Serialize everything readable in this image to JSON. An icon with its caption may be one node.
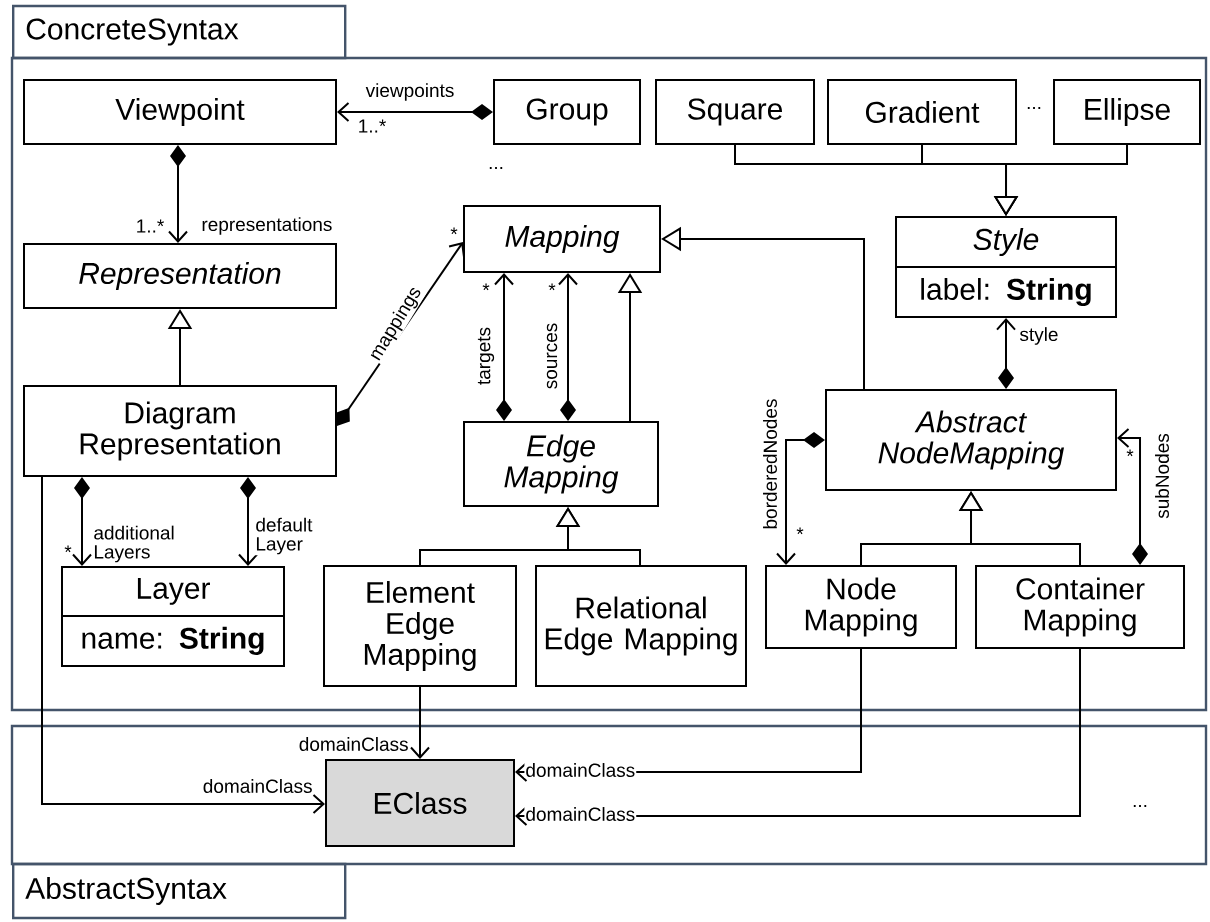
{
  "diagram": {
    "nodes": [
      {
        "text": [
          "ConcreteSyntax"
        ]
      },
      {
        "text": [
          "Viewpoint"
        ],
        "in": 0
      },
      {
        "text": [
          "Group"
        ],
        "in": 0
      },
      {
        "text": [
          "Square"
        ],
        "in": 0
      },
      {
        "text": [
          "Gradient"
        ],
        "in": 0
      },
      {
        "text": [
          "Ellipse"
        ],
        "in": 0
      },
      {
        "text": [
          "Representation"
        ],
        "in": 0
      },
      {
        "text": [
          "Diagram Representation"
        ],
        "in": 0
      },
      {
        "text": [
          "Mapping"
        ],
        "in": 0
      },
      {
        "text": [
          "Edge Mapping"
        ],
        "in": 0
      },
      {
        "text": [
          "Style",
          "label: **String**"
        ],
        "in": 0
      },
      {
        "text": [
          "Abstract NodeMapping"
        ],
        "in": 0
      },
      {
        "text": [
          "Layer",
          "name: **String**"
        ],
        "in": 0
      },
      {
        "text": [
          "Element Edge Mapping"
        ],
        "in": 0
      },
      {
        "text": [
          "Relational Edge Mapping"
        ],
        "in": 0
      },
      {
        "text": [
          "Node Mapping"
        ],
        "in": 0
      },
      {
        "text": [
          "Container Mapping"
        ],
        "in": 0
      },
      {
        "text": [
          "AbstractSyntax"
        ]
      },
      {
        "text": [
          "EClass"
        ],
        "in": 17
      }
    ],
    "edges": [
      {
        "from": 2,
        "to": 1,
        "arrow": "to",
        "label": "viewpoints"
      },
      {
        "from": 1,
        "to": 6,
        "arrow": "to",
        "label": "representations"
      },
      {
        "from": 7,
        "to": 6,
        "arrow": "to"
      },
      {
        "from": 7,
        "to": 8,
        "arrow": "to",
        "label": "mappings"
      },
      {
        "from": 7,
        "to": 12,
        "arrow": "to",
        "label": "additional Layers"
      },
      {
        "from": 7,
        "to": 12,
        "arrow": "to",
        "label": "default Layer"
      },
      {
        "from": 9,
        "to": 8,
        "arrow": "to",
        "label": "targets"
      },
      {
        "from": 9,
        "to": 8,
        "arrow": "to",
        "label": "sources"
      },
      {
        "from": 9,
        "to": 8,
        "arrow": "to"
      },
      {
        "from": 13,
        "to": 9,
        "arrow": "to"
      },
      {
        "from": 14,
        "to": 9,
        "arrow": "to"
      },
      {
        "from": 11,
        "to": 8,
        "arrow": "to"
      },
      {
        "from": 3,
        "to": 10,
        "arrow": "to"
      },
      {
        "from": 4,
        "to": 10,
        "arrow": "to"
      },
      {
        "from": 5,
        "to": 10,
        "arrow": "to"
      },
      {
        "from": 11,
        "to": 10,
        "arrow": "to",
        "label": "style"
      },
      {
        "from": 11,
        "to": 15,
        "arrow": "to",
        "label": "borderedNodes"
      },
      {
        "from": 16,
        "to": 11,
        "arrow": "to",
        "label": "subNodes"
      },
      {
        "from": 15,
        "to": 11,
        "arrow": "to"
      },
      {
        "from": 16,
        "to": 11,
        "arrow": "to"
      },
      {
        "from": 13,
        "to": 18,
        "arrow": "to",
        "label": "domainClass"
      },
      {
        "from": 15,
        "to": 18,
        "arrow": "to",
        "label": "domainClass"
      },
      {
        "from": 16,
        "to": 18,
        "arrow": "to",
        "label": "domainClass"
      },
      {
        "from": 7,
        "to": 18,
        "arrow": "to",
        "label": "domainClass"
      }
    ],
    "labels": [
      "...",
      "1..*",
      "...",
      "1..*",
      "*",
      "*",
      "*",
      "*",
      "*",
      "*",
      "..."
    ]
  }
}
